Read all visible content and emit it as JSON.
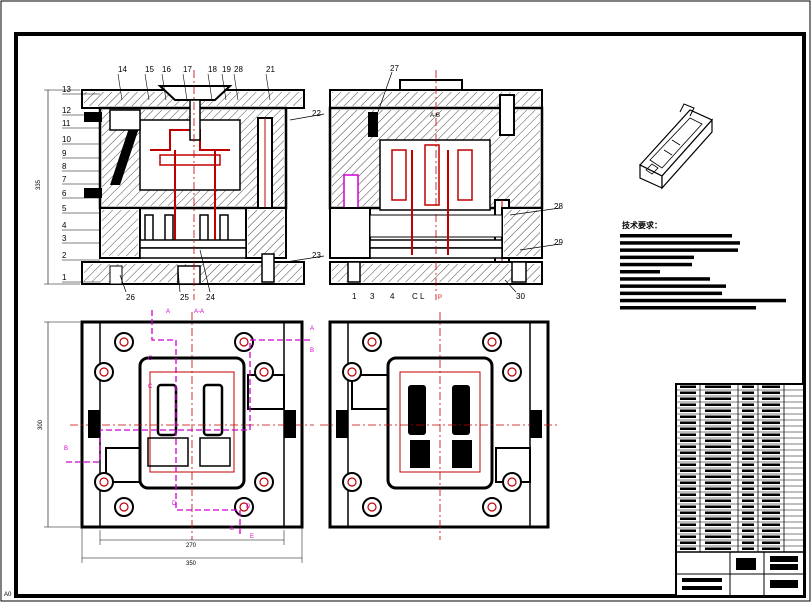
{
  "section_view_left": {
    "callouts_left": [
      "13",
      "12",
      "11",
      "10",
      "9",
      "8",
      "7",
      "6",
      "5",
      "4",
      "3",
      "2",
      "1"
    ],
    "callouts_top": [
      "14",
      "15",
      "16",
      "17",
      "18",
      "19",
      "28",
      "21"
    ],
    "callout_right": [
      "22",
      "23"
    ],
    "callouts_bottom": [
      "26",
      "25",
      "24"
    ],
    "dim_height": "335"
  },
  "section_view_right": {
    "callout_top": "27",
    "callouts_right": [
      "28",
      "29",
      "30"
    ],
    "callouts_bottom": [
      "1",
      "3",
      "4",
      "C",
      "L",
      "P"
    ],
    "inner_label": "A-B"
  },
  "plan_view_left": {
    "section_marks": [
      "A",
      "A",
      "B",
      "B",
      "C",
      "C",
      "D",
      "D",
      "E",
      "E"
    ],
    "dim_width_inner": "270",
    "dim_width_outer": "350",
    "dim_height": "300",
    "center_label": "A-A"
  },
  "tech_requirements": {
    "title": "技术要求："
  },
  "title_block": {
    "scale_note": "A0"
  }
}
